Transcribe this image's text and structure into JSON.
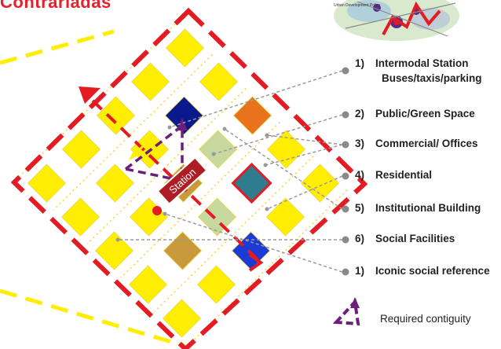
{
  "title": "Contrariadas",
  "station_label": "Station",
  "inset_map": {
    "label": "Urban Development Policy"
  },
  "legend": [
    {
      "num": "1)",
      "label": "Intermodal Station",
      "sub": "Buses/taxis/parking"
    },
    {
      "num": "2)",
      "label": "Public/Green Space"
    },
    {
      "num": "3)",
      "label": "Commercial/ Offices"
    },
    {
      "num": "4)",
      "label": "Residential"
    },
    {
      "num": "5)",
      "label": "Institutional Building"
    },
    {
      "num": "6)",
      "label": "Social Facilities"
    },
    {
      "num": "1)",
      "label": "Iconic social reference"
    }
  ],
  "contiguity_label": "Required contiguity",
  "colors": {
    "yellow": "#ffee00",
    "orange": "#e8731c",
    "navy": "#0a1a8c",
    "blue": "#1b3ad6",
    "teal": "#2e7d8f",
    "sage": "#c8d9a0",
    "brown": "#c99a3c",
    "red": "#e31b23",
    "purple": "#6b1f7a",
    "leader": "#9a9a9a"
  }
}
